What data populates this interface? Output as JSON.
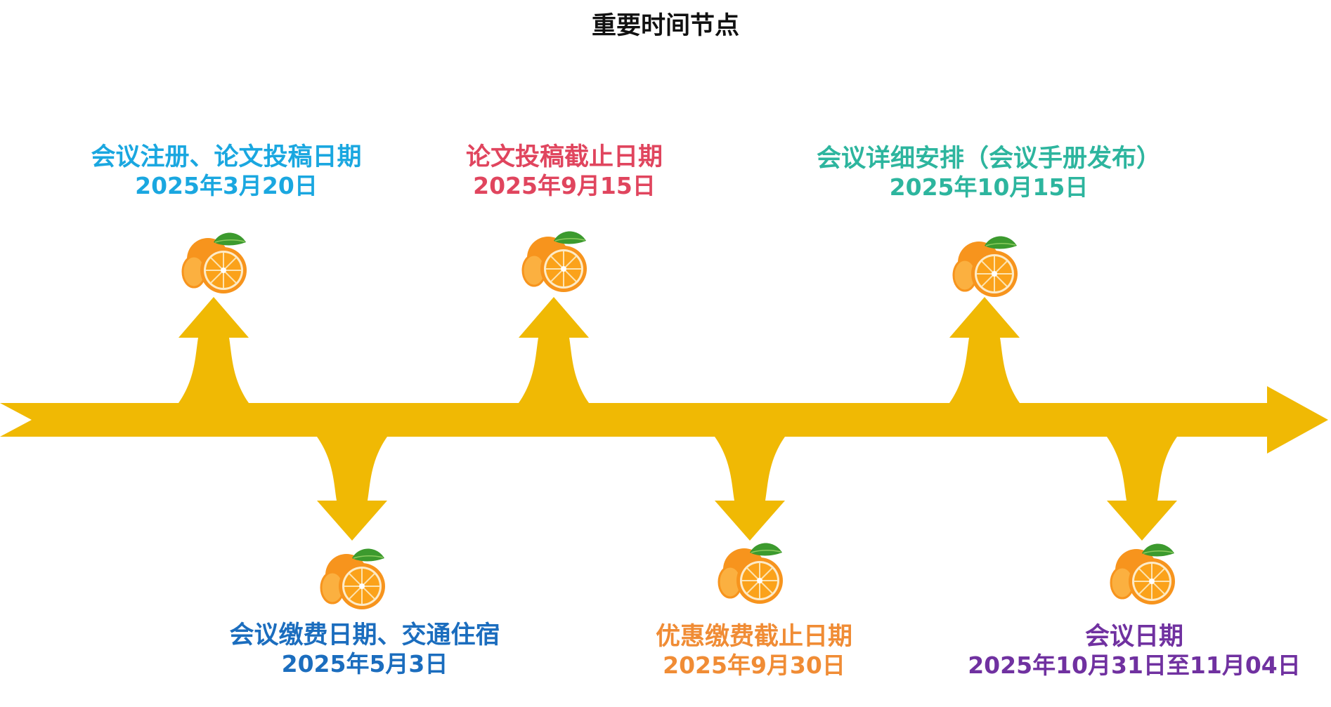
{
  "title": "重要时间节点",
  "colors": {
    "arrow": "#F0B904",
    "orange": "#F7941D",
    "leaf": "#3C9A2E"
  },
  "milestones": [
    {
      "event": "会议注册、论文投稿日期",
      "date": "2025年3月20日",
      "color": "#1AA7E0",
      "position": "above"
    },
    {
      "event": "会议缴费日期、交通住宿",
      "date": "2025年5月3日",
      "color": "#1B6DBE",
      "position": "below"
    },
    {
      "event": "论文投稿截止日期",
      "date": "2025年9月15日",
      "color": "#E0455E",
      "position": "above"
    },
    {
      "event": "优惠缴费截止日期",
      "date": "2025年9月30日",
      "color": "#F08C35",
      "position": "below"
    },
    {
      "event": "会议详细安排（会议手册发布）",
      "date": "2025年10月15日",
      "color": "#2DB59E",
      "position": "above"
    },
    {
      "event": "会议日期",
      "date": "2025年10月31日至11月04日",
      "color": "#7031A0",
      "position": "below"
    }
  ]
}
